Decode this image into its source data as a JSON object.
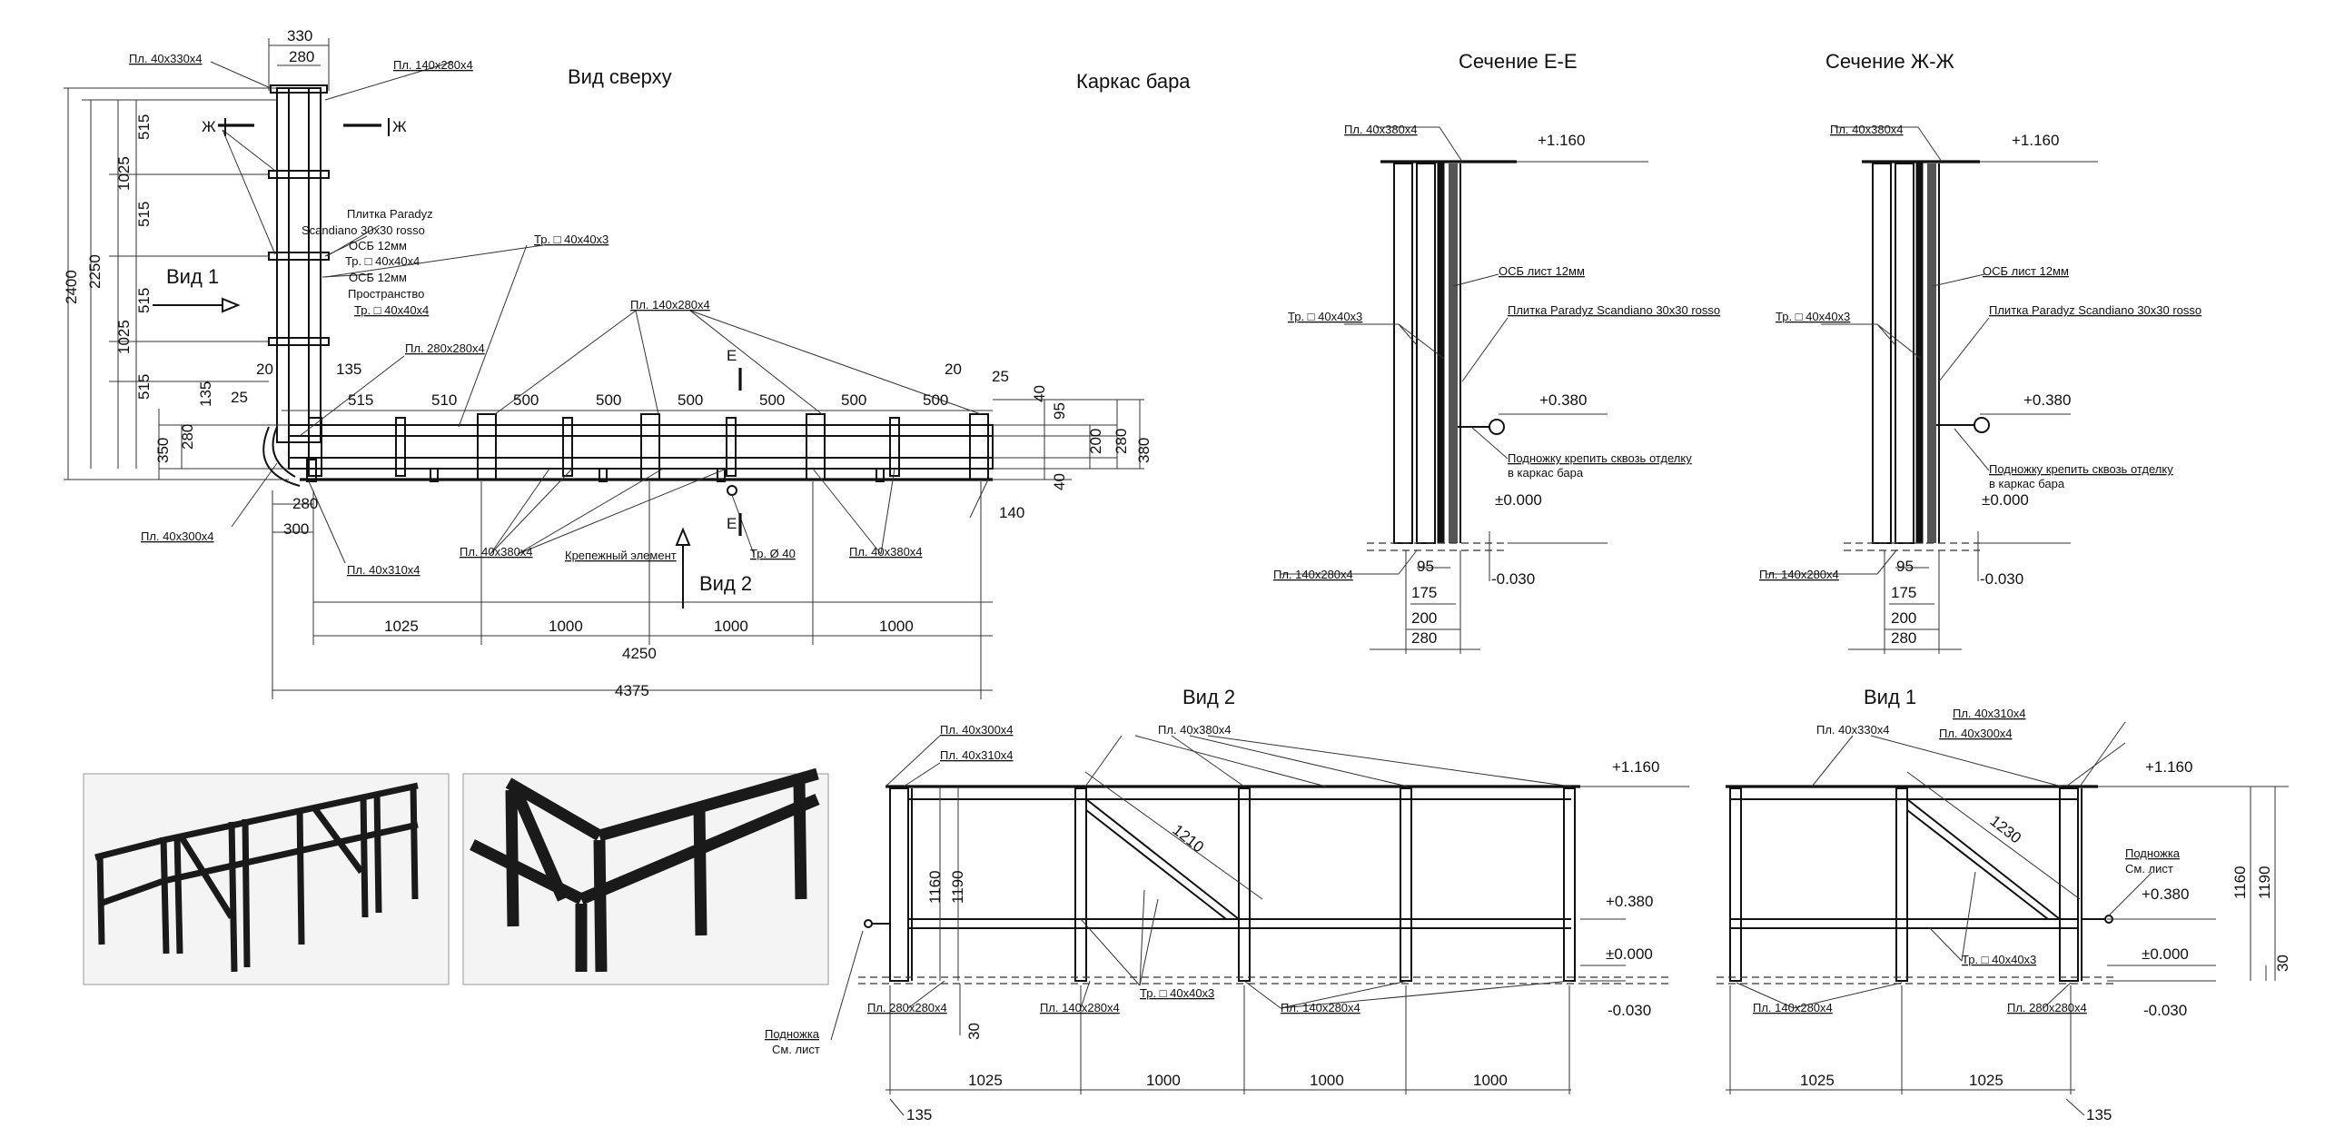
{
  "titles": {
    "top_view": "Вид сверху",
    "frame": "Каркас бара",
    "section_e": "Сечение Е-Е",
    "section_zh": "Сечение Ж-Ж",
    "view2": "Вид 2",
    "view1": "Вид 1"
  },
  "top_view": {
    "dims_top": [
      "330",
      "280"
    ],
    "dims_left_outer": [
      "2400",
      "2250"
    ],
    "dims_left_inner": [
      "515",
      "1025",
      "515",
      "515",
      "1025",
      "515"
    ],
    "dims_row": [
      "515",
      "510",
      "500",
      "500",
      "500",
      "500",
      "500",
      "500"
    ],
    "dims_misc": [
      "135",
      "25",
      "20",
      "135",
      "20",
      "25",
      "350",
      "280",
      "280",
      "300",
      "140"
    ],
    "dims_right": [
      "40",
      "95",
      "200",
      "280",
      "380",
      "40"
    ],
    "dims_bottom": [
      "1025",
      "1000",
      "1000",
      "1000"
    ],
    "dim_4250": "4250",
    "dim_4375": "4375",
    "cut_zh": "Ж",
    "cut_e": "Е",
    "view1_label": "Вид 1",
    "view2_label": "Вид 2",
    "labels": {
      "pl_40x330": "Пл. 40х330х4",
      "pl_140x280_top": "Пл. 140х280х4",
      "tile_1": "Плитка Paradyz",
      "tile_2": "Scandiano 30х30 rosso",
      "osb_1": "ОСБ 12мм",
      "tube_1": "Тр. □ 40х40х4",
      "osb_2": "ОСБ 12мм",
      "space": "Пространство",
      "tube_2": "Тр. □ 40х40х4",
      "tube_3": "Тр. □ 40х40х3",
      "pl_280x280": "Пл. 280х280х4",
      "pl_140x280_mid": "Пл. 140х280х4",
      "pl_40x300": "Пл. 40х300х4",
      "pl_40x310": "Пл. 40х310х4",
      "pl_40x380_a": "Пл. 40х380х4",
      "fastener": "Крепежный элемент",
      "tube_d40": "Тр. Ø 40",
      "pl_40x380_b": "Пл. 40х380х4"
    }
  },
  "section_e": {
    "pl_top": "Пл. 40х380х4",
    "lvl_top": "+1.160",
    "osb": "ОСБ лист 12мм",
    "tube": "Тр. □ 40х40х3",
    "tile": "Плитка Paradyz Scandiano 30х30 rosso",
    "lvl_mid": "+0.380",
    "note_1": "Подножку крепить сквозь отделку",
    "note_2": "в каркас бара",
    "lvl_zero": "±0.000",
    "pl_base": "Пл. 140х280х4",
    "lvl_neg": "-0.030",
    "dims": [
      "95",
      "175",
      "200",
      "280"
    ]
  },
  "section_zh": {
    "pl_top": "Пл. 40х380х4",
    "lvl_top": "+1.160",
    "osb": "ОСБ лист 12мм",
    "tube": "Тр. □ 40х40х3",
    "tile": "Плитка Paradyz Scandiano 30х30 rosso",
    "lvl_mid": "+0.380",
    "note_1": "Подножку крепить сквозь отделку",
    "note_2": "в каркас бара",
    "lvl_zero": "±0.000",
    "pl_base": "Пл. 140х280х4",
    "lvl_neg": "-0.030",
    "dims": [
      "95",
      "175",
      "200",
      "280"
    ]
  },
  "view2": {
    "pl_40x300": "Пл. 40х300х4",
    "pl_40x310": "Пл. 40х310х4",
    "pl_40x380": "Пл. 40х380х4",
    "lvl_top": "+1.160",
    "lvl_mid": "+0.380",
    "lvl_zero": "±0.000",
    "lvl_neg": "-0.030",
    "diag": "1210",
    "h1": "1160",
    "h2": "1190",
    "tube": "Тр. □ 40х40х3",
    "pl_280": "Пл. 280х280х4",
    "pl_140_a": "Пл. 140х280х4",
    "pl_140_b": "Пл. 140х280х4",
    "foot_1": "Подножка",
    "foot_2": "См. лист",
    "dim_30": "30",
    "dims_bottom": [
      "1025",
      "1000",
      "1000",
      "1000"
    ],
    "dim_135": "135"
  },
  "view1": {
    "pl_40x330": "Пл. 40х330х4",
    "pl_40x310": "Пл. 40х310х4",
    "pl_40x300": "Пл. 40х300х4",
    "lvl_top": "+1.160",
    "foot_1": "Подножка",
    "foot_2": "См. лист",
    "lvl_mid": "+0.380",
    "lvl_zero": "±0.000",
    "lvl_neg": "-0.030",
    "diag": "1230",
    "h1": "1160",
    "h2": "1190",
    "dim_30": "30",
    "tube": "Тр. □ 40х40х3",
    "pl_140": "Пл. 140х280х4",
    "pl_280": "Пл. 280х280х4",
    "dims_bottom": [
      "1025",
      "1025"
    ],
    "dim_135": "135"
  }
}
